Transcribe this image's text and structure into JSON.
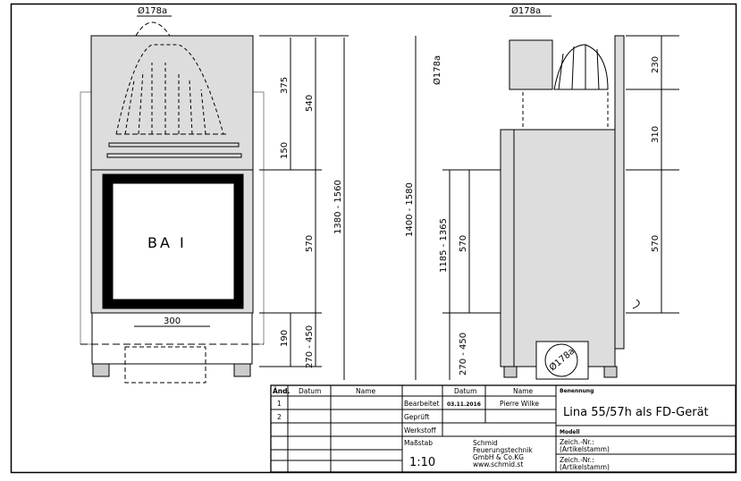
{
  "front_view": {
    "flue_diameter": "Ø178a",
    "label": "BA I",
    "dims": {
      "d375": "375",
      "d540": "540",
      "d150": "150",
      "d570": "570",
      "d1380": "1380 - 1560",
      "d190": "190",
      "d270": "270 - 450",
      "d300": "300"
    }
  },
  "side_view": {
    "flue_diameter_top": "Ø178a",
    "flue_diameter_side": "Ø178a",
    "flue_diameter_bottom": "Ø178a",
    "dims": {
      "d1400": "1400 - 1580",
      "d1185": "1185 - 1365",
      "d570": "570",
      "d270": "270 - 450",
      "r230": "230",
      "r310": "310",
      "r570": "570"
    }
  },
  "title_block": {
    "headers": {
      "aend": "Änd.",
      "datum": "Datum",
      "name": "Name",
      "datum2": "Datum",
      "name2": "Name",
      "benennung": "Benennung"
    },
    "rev_rows": [
      "1",
      "2"
    ],
    "bearbeitet": "Bearbeitet",
    "bearbeitet_date": "03.11.2016",
    "bearbeitet_name": "Pierre Wilke",
    "geprueft": "Geprüft",
    "werkstoff": "Werkstoff",
    "massstab": "Maßstab",
    "scale": "1:10",
    "company": [
      "Schmid",
      "Feuerungstechnik",
      "GmbH & Co.KG",
      "www.schmid.st"
    ],
    "title": "Lina 55/57h als FD-Gerät",
    "modell": "Modell",
    "zeich1": [
      "Zeich.-Nr.:",
      "(Artikelstamm)"
    ],
    "zeich2": [
      "Zeich.-Nr.:",
      "(Artikelstamm)"
    ]
  }
}
